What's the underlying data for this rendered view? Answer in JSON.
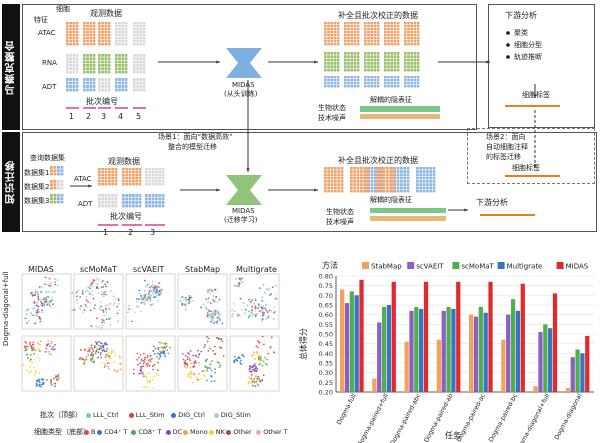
{
  "top_panel": {
    "side_label": "马赛克整合",
    "feature_label": "特征",
    "cell_label": "细胞",
    "obs_data": "观测数据",
    "modalities": [
      "ATAC",
      "RNA",
      "ADT"
    ],
    "batch_label": "批次编号",
    "batch_numbers": [
      "1",
      "2",
      "3",
      "4",
      "5"
    ],
    "model_name": "MIDAS",
    "model_sub": "(从头训练)",
    "corrected": "补全且批次校正的数据",
    "bio_state": "生物状态",
    "tech_noise": "技术噪声",
    "latent": "解耦的隐表征",
    "downstream_title": "下游分析",
    "downstream_items": [
      "聚类",
      "细胞分型",
      "轨迹推断"
    ],
    "cell_tags": "细胞标签"
  },
  "middle_panel": {
    "side_label": "知识迁移",
    "scenario1": "场景1：面向“数据高效”",
    "scenario1b": "整合的模型迁移",
    "query_label": "查询数据集",
    "datasets": [
      "数据集1",
      "数据集2",
      "数据集3"
    ],
    "obs_data": "观测数据",
    "modalities": [
      "ATAC",
      "ADT"
    ],
    "batch_label": "批次编号",
    "batch_numbers": [
      "1",
      "2",
      "3"
    ],
    "model_name": "MIDAS",
    "model_sub": "(迁移学习)",
    "corrected": "补全且批次校正的数据",
    "bio_state": "生物状态",
    "tech_noise": "技术噪声",
    "latent": "解耦的隐表征",
    "downstream_title": "下游分析",
    "scenario2": "场景2：面向",
    "scenario2b": "自动细胞注释",
    "scenario2c": "的标签迁移",
    "cell_tags": "细胞标签"
  },
  "umap_panel": {
    "methods": [
      "MIDAS",
      "scMoMaT",
      "scVAEIT",
      "StabMap",
      "Multigrate"
    ],
    "side_label": "Dogma-diagonal+full",
    "batch_legend_title": "批次（顶部）",
    "batch_items": [
      {
        "name": "LLL_Ctrl",
        "color": "#7ec8a0"
      },
      {
        "name": "LLL_Stim",
        "color": "#e23b3b"
      },
      {
        "name": "DIG_Ctrl",
        "color": "#3b6fd1"
      },
      {
        "name": "DIG_Stim",
        "color": "#9ecbe8"
      }
    ],
    "celltype_legend_title": "细胞类型（底部）",
    "celltype_items": [
      {
        "name": "B",
        "color": "#e8483a"
      },
      {
        "name": "CD4⁺ T",
        "color": "#3a74c9"
      },
      {
        "name": "CD8⁺ T",
        "color": "#4ba84a"
      },
      {
        "name": "DC",
        "color": "#8e44ad"
      },
      {
        "name": "Mono",
        "color": "#f0a63a"
      },
      {
        "name": "NK",
        "color": "#f5d328"
      },
      {
        "name": "Other",
        "color": "#a0522d"
      },
      {
        "name": "Other T",
        "color": "#f2a2c4"
      }
    ]
  },
  "chart_data": {
    "type": "bar",
    "legend_title": "方法",
    "ylabel": "总体得分",
    "xlabel": "任务",
    "ylim": [
      0.2,
      0.8
    ],
    "yticks": [
      "0.20",
      "0.25",
      "0.30",
      "0.35",
      "0.40",
      "0.45",
      "0.50",
      "0.55",
      "0.60",
      "0.65",
      "0.70",
      "0.75",
      "0.80"
    ],
    "categories": [
      "Dogma-full",
      "Dogma-paired+full",
      "Dogma-paired-abc",
      "Dogma-paired-ab",
      "Dogma-paired-ac",
      "Dogma-paired-bc",
      "Dogma-diagonal+full",
      "Dogma-diagonal"
    ],
    "series": [
      {
        "name": "StabMap",
        "color": "#f4a259",
        "values": [
          0.73,
          0.27,
          0.46,
          0.47,
          0.6,
          0.47,
          0.23,
          0.22
        ]
      },
      {
        "name": "scVAEIT",
        "color": "#8e5fc0",
        "values": [
          0.66,
          0.56,
          0.62,
          0.62,
          0.59,
          0.6,
          0.51,
          0.38
        ]
      },
      {
        "name": "scMoMaT",
        "color": "#4caf50",
        "values": [
          0.72,
          0.64,
          0.64,
          0.64,
          0.64,
          0.68,
          0.55,
          0.42
        ]
      },
      {
        "name": "Multigrate",
        "color": "#3a72c4",
        "values": [
          0.7,
          0.65,
          0.63,
          0.63,
          0.61,
          0.62,
          0.53,
          0.4
        ]
      },
      {
        "name": "MIDAS",
        "color": "#e02b2b",
        "values": [
          0.78,
          0.77,
          0.77,
          0.77,
          0.77,
          0.76,
          0.71,
          0.49
        ]
      }
    ]
  }
}
